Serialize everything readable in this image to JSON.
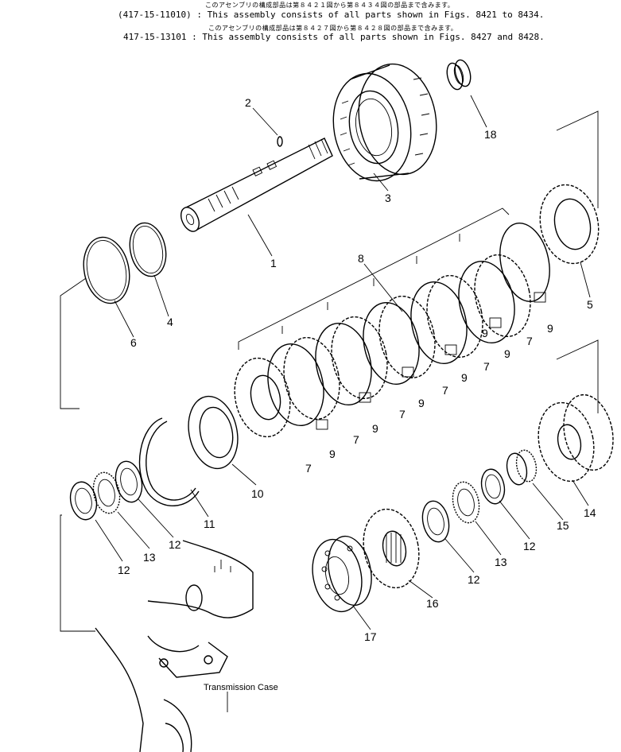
{
  "header": {
    "line1_jp": "このアセンブリの構成部品は第８４２１図から第８４３４図の部品まで含みます。",
    "line2": "(417-15-11010) : This assembly consists of all parts shown in Figs. 8421 to 8434.",
    "line3_jp": "このアセンブリの構成部品は第８４２７図から第８４２８図の部品まで含みます。",
    "line4": "417-15-13101 : This assembly consists of all parts shown in Figs. 8427 and 8428."
  },
  "callouts": {
    "c1": "1",
    "c2": "2",
    "c3": "3",
    "c4": "4",
    "c5": "5",
    "c6": "6",
    "c7a": "7",
    "c7b": "7",
    "c7c": "7",
    "c7d": "7",
    "c7e": "7",
    "c7f": "7",
    "c8": "8",
    "c9a": "9",
    "c9b": "9",
    "c9c": "9",
    "c9d": "9",
    "c9e": "9",
    "c9f": "9",
    "c9g": "9",
    "c10": "10",
    "c11": "11",
    "c12a": "12",
    "c12b": "12",
    "c12c": "12",
    "c12d": "12",
    "c13a": "13",
    "c13b": "13",
    "c14": "14",
    "c15": "15",
    "c16": "16",
    "c17": "17",
    "c18": "18"
  },
  "case_label": "Transmission Case"
}
